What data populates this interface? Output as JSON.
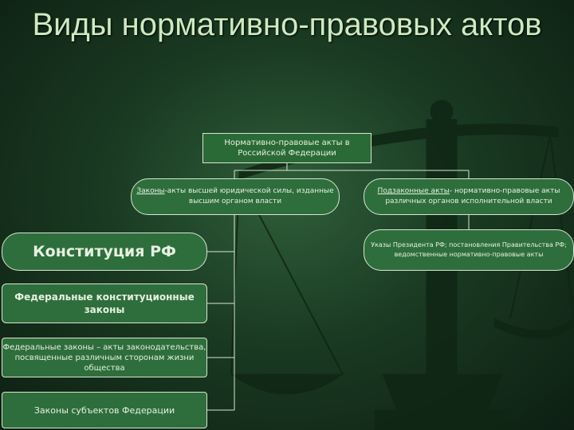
{
  "title": "Виды нормативно-правовых актов",
  "nodes": {
    "root": "Нормативно-правовые акты в Российской Федерации",
    "laws_term": "Законы",
    "laws_rest": "-акты высшей юридической силы, изданные высшим органом власти",
    "sublaws_term": "Подзаконные акты",
    "sublaws_rest": "- нормативно-правовые акты различных органов исполнительной власти",
    "decrees": "Указы Президента РФ; постановления Правительства РФ; ведомственные нормативно-правовые акты",
    "constitution": "Конституция РФ",
    "fkz": "Федеральные конституционные законы",
    "fz": "Федеральные законы – акты законодательства, посвященные различным сторонам жизни общества",
    "subjects": "Законы субъектов Федерации"
  },
  "colors": {
    "background": "#1a3a22",
    "box": "#2e6e3c",
    "border": "#d8e6d0",
    "title": "#cfe9c0"
  }
}
